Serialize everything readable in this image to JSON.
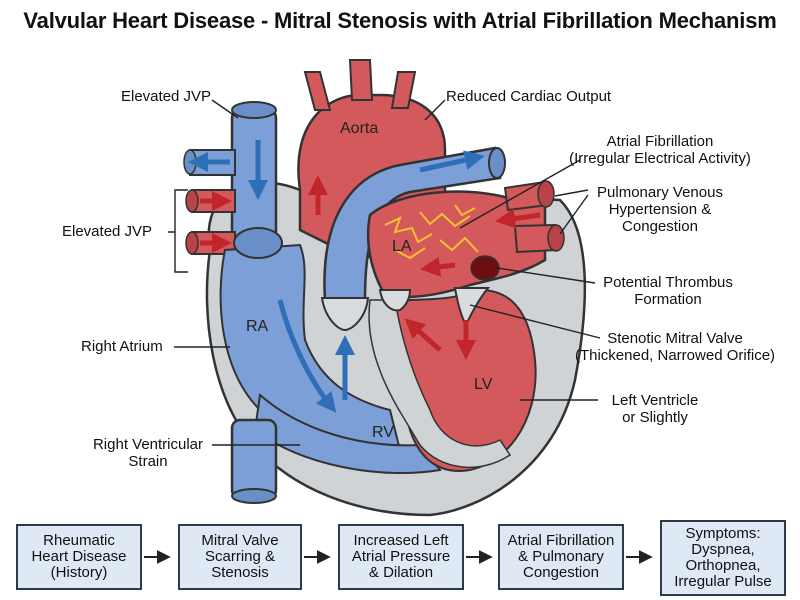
{
  "title": "Valvular Heart Disease - Mitral Stenosis with Atrial Fibrillation Mechanism",
  "chambers": {
    "aorta": "Aorta",
    "la": "LA",
    "ra": "RA",
    "rv": "RV",
    "lv": "LV"
  },
  "labels": {
    "elevated_jvp_top": "Elevated JVP",
    "elevated_jvp_side": "Elevated JVP",
    "right_atrium": "Right Atrium",
    "rv_strain_1": "Right Ventricular",
    "rv_strain_2": "Strain",
    "reduced_output": "Reduced Cardiac Output",
    "afib_1": "Atrial Fibrillation",
    "afib_2": "(Irregular Electrical Activity)",
    "pvh_1": "Pulmonary Venous",
    "pvh_2": "Hypertension &",
    "pvh_3": "Congestion",
    "thrombus_1": "Potential Thrombus",
    "thrombus_2": "Formation",
    "stenotic_1": "Stenotic Mitral Valve",
    "stenotic_2": "(Thickened, Narrowed Orifice)",
    "lv_1": "Left Ventricle",
    "lv_2": "or Slightly"
  },
  "flowchart": [
    "Rheumatic\nHeart Disease\n(History)",
    "Mitral Valve\nScarring &\nStenosis",
    "Increased Left\nAtrial Pressure\n& Dilation",
    "Atrial Fibrillation\n& Pulmonary\nCongestion",
    "Symptoms:\nDyspnea,\nOrthopnea,\nIrregular Pulse"
  ],
  "colors": {
    "red_chamber": "#d4595c",
    "blue_chamber": "#7b9fd6",
    "outline": "#333333",
    "flow_box": "#dfe9f5",
    "afib_spark": "#f5c12a",
    "thrombus": "#6b0f10"
  }
}
